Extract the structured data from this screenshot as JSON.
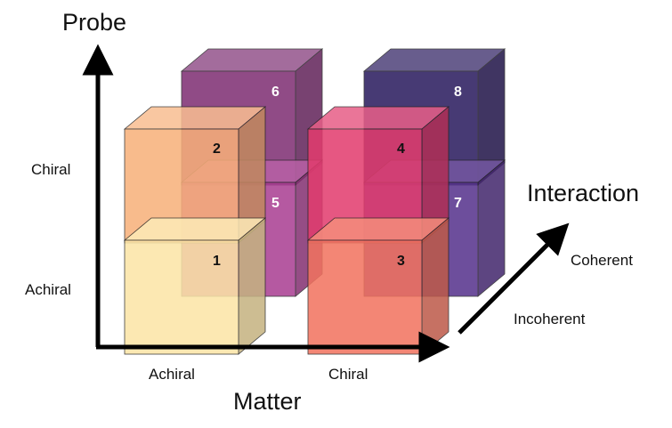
{
  "axes": {
    "probe": {
      "title": "Probe",
      "ticks": [
        "Chiral",
        "Achiral"
      ]
    },
    "matter": {
      "title": "Matter",
      "ticks": [
        "Achiral",
        "Chiral"
      ]
    },
    "interaction": {
      "title": "Interaction",
      "ticks": [
        "Coherent",
        "Incoherent"
      ]
    }
  },
  "cubes": [
    {
      "id": "1",
      "label": "1",
      "color": "#FCE5A6"
    },
    {
      "id": "2",
      "label": "2",
      "color": "#F8B07A"
    },
    {
      "id": "3",
      "label": "3",
      "color": "#F2735F"
    },
    {
      "id": "4",
      "label": "4",
      "color": "#E23C6E"
    },
    {
      "id": "5",
      "label": "5",
      "color": "#A93E92"
    },
    {
      "id": "6",
      "label": "6",
      "color": "#7E2E73"
    },
    {
      "id": "7",
      "label": "7",
      "color": "#56328C"
    },
    {
      "id": "8",
      "label": "8",
      "color": "#2A1A5E"
    }
  ]
}
